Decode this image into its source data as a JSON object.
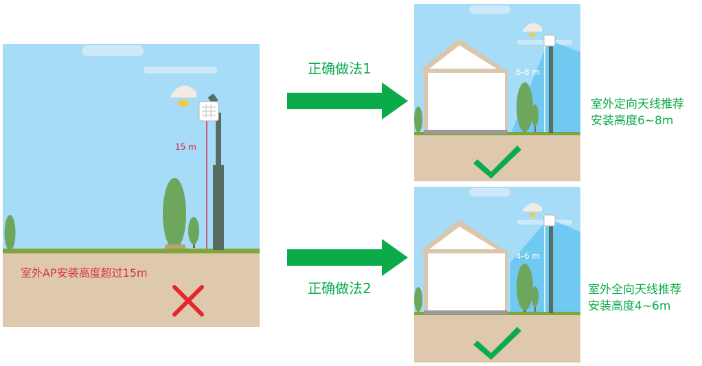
{
  "colors": {
    "sky": "#a6dcf7",
    "ground": "#dfc9ae",
    "grass": "#7fa63a",
    "pole": "#566e62",
    "tree": "#6ea65e",
    "accent_green": "#0bab4a",
    "wrong_red": "#d6313d",
    "measure_red": "#d61f35",
    "coverage": "#5ec3ef"
  },
  "icons": {
    "arrow": "arrow-right-icon",
    "check": "check-mark-icon",
    "cross": "cross-mark-icon"
  },
  "wrong_scene": {
    "height_label": "15 m",
    "caption": "室外AP安装高度超过15m"
  },
  "correct_1": {
    "arrow_label": "正确做法1",
    "height_label": "6-8 m",
    "note_line1": "室外定向天线推荐",
    "note_line2": "安装高度6~8m"
  },
  "correct_2": {
    "arrow_label": "正确做法2",
    "height_label": "4-6 m",
    "note_line1": "室外全向天线推荐",
    "note_line2": "安装高度4~6m"
  }
}
